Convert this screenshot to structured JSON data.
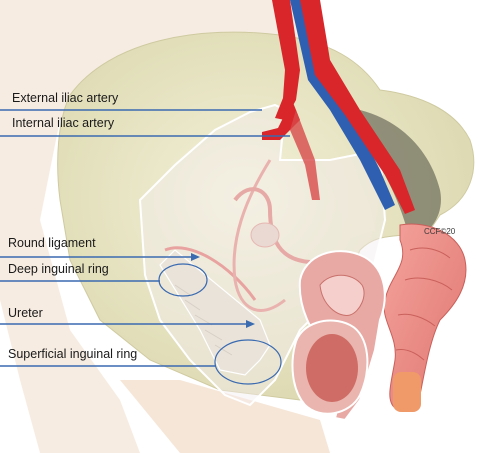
{
  "labels": {
    "external_iliac_artery": "External iliac artery",
    "internal_iliac_artery": "Internal iliac artery",
    "round_ligament": "Round ligament",
    "deep_inguinal_ring": "Deep inguinal ring",
    "ureter": "Ureter",
    "superficial_inguinal_ring": "Superficial inguinal ring"
  },
  "watermark": "CCF©20",
  "colors": {
    "leader_line": "#3a6ab0",
    "bone": "#e8e5c3",
    "artery": "#d8262b",
    "vein": "#2f5fb0",
    "uterus": "#e8a9a4",
    "colon": "#ef8f8a",
    "skin": "#f5e7da",
    "outline": "#ffffff"
  },
  "icons": [
    "pelvis-bone-illustration",
    "iliac-vessels-illustration",
    "uterus-illustration",
    "colon-illustration"
  ]
}
